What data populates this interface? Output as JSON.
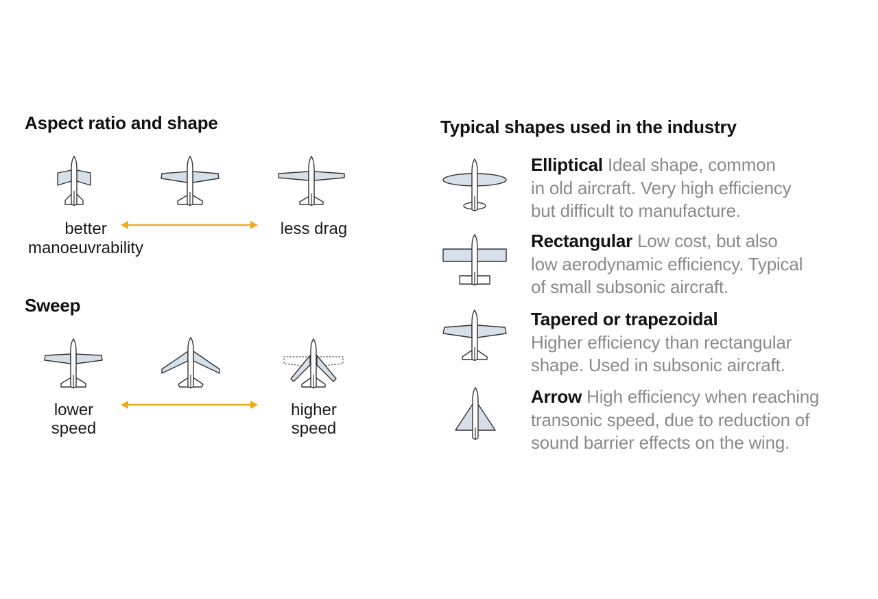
{
  "left": {
    "aspect_section": {
      "title": "Aspect ratio and shape",
      "icons": [
        "low-aspect-plane-icon",
        "medium-aspect-plane-icon",
        "high-aspect-plane-icon"
      ],
      "left_label_line1": "better",
      "left_label_line2": "manoeuvrability",
      "right_label": "less drag",
      "arrow_color": "#f0a81c"
    },
    "sweep_section": {
      "title": "Sweep",
      "icons": [
        "straight-wing-plane-icon",
        "swept-wing-plane-icon",
        "variable-sweep-plane-icon"
      ],
      "left_label_line1": "lower",
      "left_label_line2": "speed",
      "right_label_line1": "higher",
      "right_label_line2": "speed",
      "arrow_color": "#f0a81c"
    }
  },
  "right": {
    "title": "Typical shapes used in the industry",
    "shapes": [
      {
        "icon": "elliptical-wing-plane-icon",
        "name": "Elliptical",
        "lines": [
          "Ideal shape, common",
          "in old aircraft. Very high efficiency",
          "but difficult to manufacture."
        ]
      },
      {
        "icon": "rectangular-wing-plane-icon",
        "name": "Rectangular",
        "lines": [
          "Low cost, but also",
          "low aerodynamic efficiency. Typical",
          "of small subsonic aircraft."
        ]
      },
      {
        "icon": "tapered-wing-plane-icon",
        "name": "Tapered or trapezoidal",
        "lines": [
          "",
          "Higher efficiency than rectangular",
          "shape. Used in subsonic aircraft."
        ]
      },
      {
        "icon": "arrow-wing-plane-icon",
        "name": "Arrow",
        "lines": [
          "High efficiency when reaching",
          "transonic speed, due to reduction of",
          "sound barrier effects on the wing."
        ]
      }
    ]
  },
  "colors": {
    "wing_fill": "#d7e0e8",
    "outline": "#333333",
    "description_text": "#8a8a8a",
    "heading_text": "#111111",
    "arrow": "#f0a81c"
  }
}
